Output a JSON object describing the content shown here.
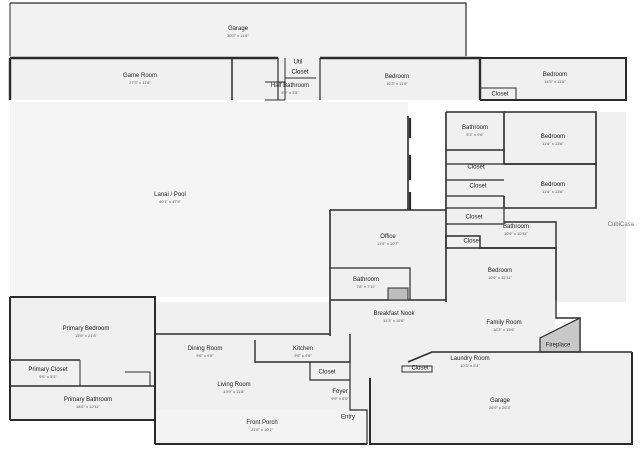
{
  "rooms": {
    "garage_top": {
      "name": "Garage",
      "dims": "30'3\" x 11'6\""
    },
    "game_room": {
      "name": "Game Room",
      "dims": "27'3\" x 11'6\""
    },
    "util": {
      "name": "Util"
    },
    "closet_top": {
      "name": "Closet"
    },
    "half_bath": {
      "name": "Half Bathroom",
      "dims": "5'9\" x 3'5\""
    },
    "bedroom_top": {
      "name": "Bedroom",
      "dims": "16'3\" x 11'6\""
    },
    "bedroom_tr": {
      "name": "Bedroom",
      "dims": "14'5\" x 11'6\""
    },
    "closet_tr": {
      "name": "Closet"
    },
    "lanai": {
      "name": "Lanai / Pool",
      "dims": "40'1\" x 47'5\""
    },
    "bathroom_r1": {
      "name": "Bathroom",
      "dims": "5'3\" x 9'6\""
    },
    "bedroom_r1": {
      "name": "Bedroom",
      "dims": "11'6\" x 13'6\""
    },
    "closet_r1": {
      "name": "Closet"
    },
    "closet_r2": {
      "name": "Closet"
    },
    "bedroom_r2": {
      "name": "Bedroom",
      "dims": "11'6\" x 13'6\""
    },
    "office": {
      "name": "Office",
      "dims": "11'6\" x 10'7\""
    },
    "closet_r3": {
      "name": "Closet"
    },
    "closet_r4": {
      "name": "Closet"
    },
    "bathroom_r2": {
      "name": "Bathroom",
      "dims": "10'6\" x 10'11\""
    },
    "bedroom_r3": {
      "name": "Bedroom",
      "dims": "10'6\" x 12'11\""
    },
    "bathroom_mid": {
      "name": "Bathroom",
      "dims": "7'8\" x 7'11\""
    },
    "breakfast": {
      "name": "Breakfast Nook",
      "dims": "11'3\" x 10'6\""
    },
    "primary_bed": {
      "name": "Primary Bedroom",
      "dims": "15'9\" x 21'8\""
    },
    "family_room": {
      "name": "Family Room",
      "dims": "16'3\" x 15'6\""
    },
    "dining": {
      "name": "Dining Room",
      "dims": "9'6\" x 9'5\""
    },
    "kitchen": {
      "name": "Kitchen",
      "dims": "9'6\" x 9'6\""
    },
    "closet_kit": {
      "name": "Closet"
    },
    "laundry": {
      "name": "Laundry Room",
      "dims": "10'3\" x 5'4\""
    },
    "closet_laundry": {
      "name": "Closet"
    },
    "fireplace": {
      "name": "Fireplace"
    },
    "primary_closet": {
      "name": "Primary Closet",
      "dims": "9'6\" x 5'3\""
    },
    "living": {
      "name": "Living Room",
      "dims": "13'9\" x 11'8\""
    },
    "foyer": {
      "name": "Foyer",
      "dims": "9'9\" x 6'9\""
    },
    "primary_bath": {
      "name": "Primary Bathroom",
      "dims": "18'6\" x 12'11\""
    },
    "garage_br": {
      "name": "Garage",
      "dims": "26'9\" x 26'3\""
    },
    "front_porch": {
      "name": "Front Porch",
      "dims": "21'6\" x 10'1\""
    },
    "entry": {
      "name": "Entry"
    }
  },
  "watermark": "CubiCasa",
  "colors": {
    "wall": "#2b2b2b",
    "floor": "#efefef",
    "lanai": "#f4f4f4",
    "porch": "#f1f1f1"
  }
}
